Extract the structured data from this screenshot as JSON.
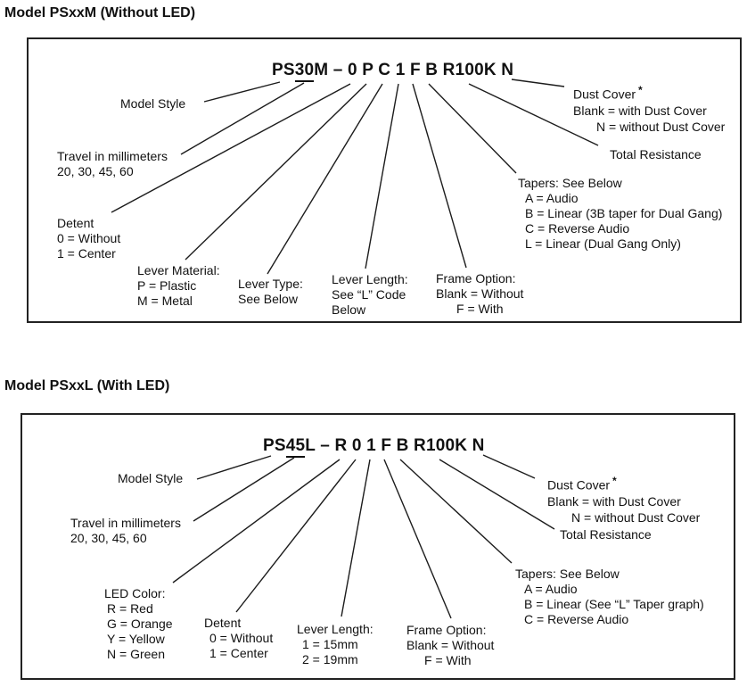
{
  "page": {
    "background": "#ffffff",
    "text_color": "#111111",
    "line_color": "#1c1c1c",
    "border_color": "#222222"
  },
  "model_m": {
    "heading": "Model PSxxM (Without LED)",
    "part_number": {
      "prefix": "PS",
      "underlined": "30",
      "suffix": "M – 0 P C 1 F B R100K N"
    },
    "model_style": "Model Style",
    "travel": [
      "Travel in millimeters",
      "20, 30, 45, 60"
    ],
    "detent": [
      "Detent",
      "0 = Without",
      "1 = Center"
    ],
    "lever_material": [
      "Lever Material:",
      "P = Plastic",
      "M = Metal"
    ],
    "lever_type": [
      "Lever Type:",
      "See Below"
    ],
    "lever_length": [
      "Lever Length:",
      "See “L” Code",
      "Below"
    ],
    "frame_option": [
      "Frame Option:",
      "Blank = Without",
      "F = With"
    ],
    "tapers": [
      "Tapers: See Below",
      "A = Audio",
      "B = Linear (3B taper for Dual Gang)",
      "C = Reverse Audio",
      "L = Linear (Dual Gang Only)"
    ],
    "total_resistance": "Total Resistance",
    "dust_cover": {
      "title": "Dust Cover",
      "asterisk": "*",
      "lines": [
        "Blank = with Dust Cover",
        "N = without Dust Cover"
      ]
    }
  },
  "model_l": {
    "heading": "Model PSxxL (With LED)",
    "part_number": {
      "prefix": "PS",
      "underlined": "45",
      "suffix": "L – R 0 1 F B R100K N"
    },
    "model_style": "Model Style",
    "travel": [
      "Travel in millimeters",
      "20, 30, 45, 60"
    ],
    "led_color": [
      "LED Color:",
      "R = Red",
      "G = Orange",
      "Y = Yellow",
      "N = Green"
    ],
    "detent": [
      "Detent",
      "0 = Without",
      "1 = Center"
    ],
    "lever_length": [
      "Lever Length:",
      "1 = 15mm",
      "2 = 19mm"
    ],
    "frame_option": [
      "Frame Option:",
      "Blank = Without",
      "F = With"
    ],
    "tapers": [
      "Tapers: See Below",
      "A = Audio",
      "B = Linear (See “L” Taper graph)",
      "C = Reverse Audio"
    ],
    "total_resistance": "Total Resistance",
    "dust_cover": {
      "title": "Dust Cover",
      "asterisk": "*",
      "lines": [
        "Blank = with Dust Cover",
        "N = without Dust Cover"
      ]
    }
  }
}
